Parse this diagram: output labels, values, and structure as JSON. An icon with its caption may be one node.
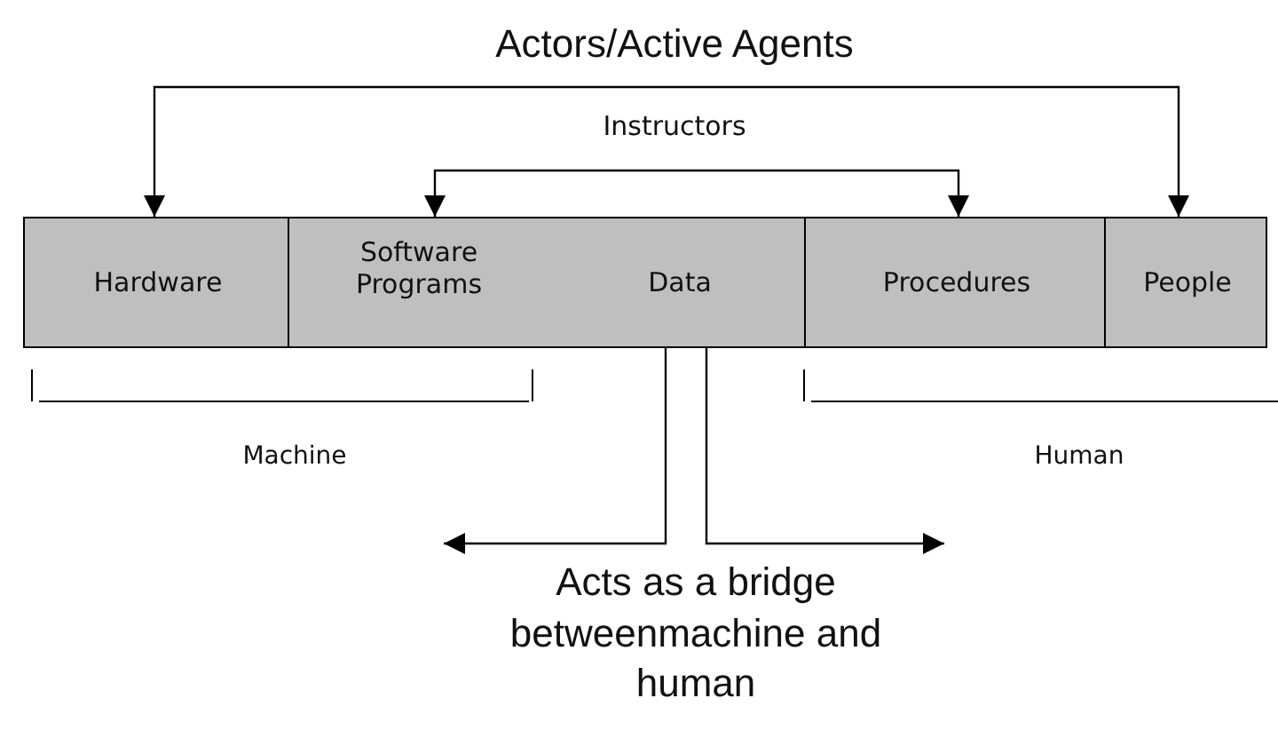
{
  "diagram": {
    "nodes": [
      {
        "text": [
          "Hardware"
        ]
      },
      {
        "text": [
          "Software Programs",
          "Data"
        ]
      },
      {
        "text": [
          "Procedures"
        ]
      },
      {
        "text": [
          "People"
        ]
      }
    ],
    "edges": [
      {
        "from": 0,
        "to": 3,
        "arrow": "both",
        "label": "Actors/Active Agents"
      },
      {
        "from": 1,
        "to": 2,
        "arrow": "both",
        "label": "Instructors"
      },
      {
        "from": 1,
        "to": null,
        "arrow": "to"
      },
      {
        "from": 1,
        "to": null,
        "arrow": "to"
      }
    ],
    "labels": [
      "Machine",
      "Human",
      "Acts as a bridge betweenmachine and human"
    ]
  }
}
